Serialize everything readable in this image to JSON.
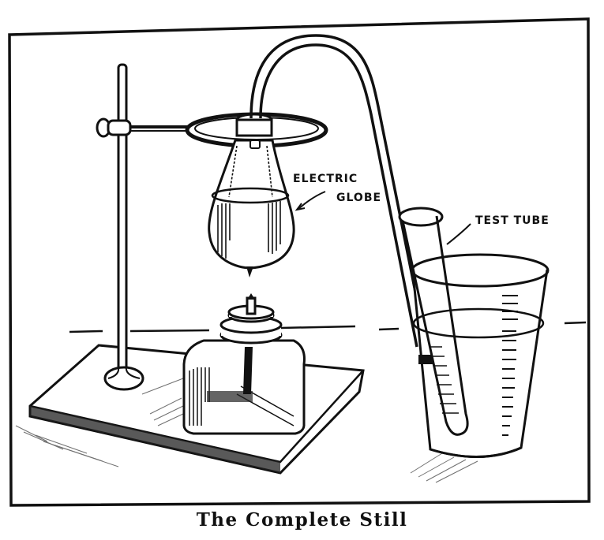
{
  "figure": {
    "caption": "The Complete Still",
    "labels": {
      "electric_globe_line1": "ELECTRIC",
      "electric_globe_line2": "GLOBE",
      "test_tube": "TEST TUBE"
    },
    "parts": [
      "ring-stand",
      "clamp-ring",
      "electric-globe-flask",
      "delivery-tube",
      "alcohol-lamp",
      "base-board",
      "beaker-of-water",
      "test-tube"
    ],
    "colors": {
      "ink": "#111111",
      "paper": "#ffffff"
    }
  }
}
